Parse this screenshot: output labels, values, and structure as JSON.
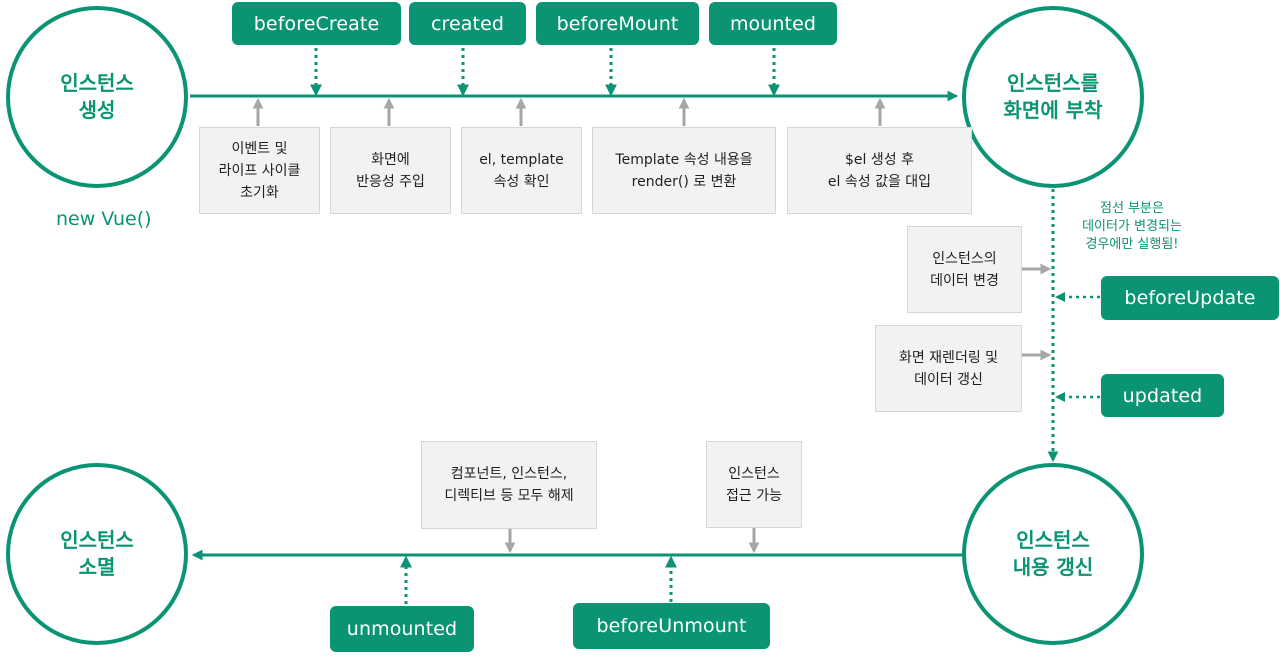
{
  "colors": {
    "accent": "#0b9473",
    "gray_arrow": "#a6a6a6",
    "box_fill": "#f2f2f2"
  },
  "circles": {
    "create": "인스턴스\n생성",
    "attach": "인스턴스를\n화면에 부착",
    "update": "인스턴스\n내용 갱신",
    "destroy": "인스턴스\n소멸"
  },
  "caption": "new Vue()",
  "hooks": {
    "before_create": "beforeCreate",
    "created": "created",
    "before_mount": "beforeMount",
    "mounted": "mounted",
    "before_update": "beforeUpdate",
    "updated": "updated",
    "before_unmount": "beforeUnmount",
    "unmounted": "unmounted"
  },
  "steps": {
    "init_events": "이벤트 및\n라이프 사이클\n초기화",
    "inject_reactivity": "화면에\n반응성 주입",
    "check_template": "el, template\n속성 확인",
    "render_template": "Template 속성 내용을\nrender() 로 변환",
    "replace_el": "$el 생성 후\nel 속성 값을 대입",
    "data_change": "인스턴스의\n데이터 변경",
    "rerender": "화면 재렌더링 및\n데이터 갱신",
    "teardown": "컴포넌트, 인스턴스,\n디렉티브 등 모두 해제",
    "accessible": "인스턴스\n접근 가능"
  },
  "note": "점선 부분은\n데이터가 변경되는\n경우에만 실행됨!"
}
